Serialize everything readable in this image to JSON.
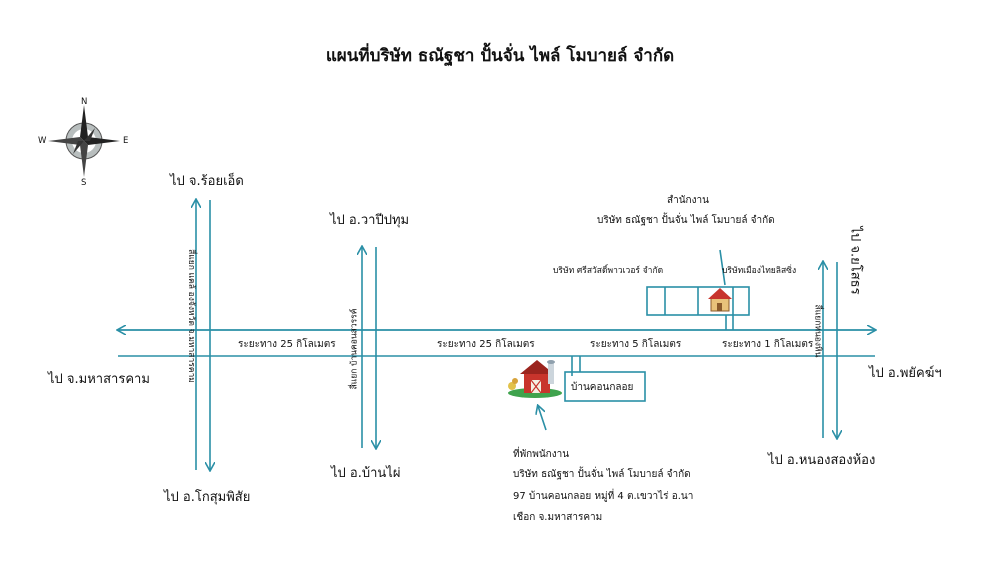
{
  "map": {
    "title": "แผนที่บริษัท ธณัฐชา ปั้นจั่น ไพล์ โมบายล์ จำกัด",
    "directions": {
      "roi_et": "ไป จ.ร้อยเอ็ด",
      "wapi_pathum": "ไป อ.วาปีปทุม",
      "yasothon": "ไป จ.ยโสธร",
      "maha_sarakham": "ไป จ.มหาสารคาม",
      "phayakkhaphum": "ไป อ.พยัคฆ์ฯ",
      "kosum_phisai": "ไป อ.โกสุมพิสัย",
      "ban_phai": "ไป อ.บ้านไผ่",
      "nong_song_hong": "ไป อ.หนองสองห้อง"
    },
    "distances": {
      "d1": "ระยะทาง 25 กิโลเมตร",
      "d2": "ระยะทาง 25 กิโลเมตร",
      "d3": "ระยะทาง 5 กิโลเมตร",
      "d4": "ระยะทาง 1 กิโลเมตร"
    },
    "intersections": {
      "first": "สี่แยก แคล้ องจังหวัด จ.มหาสารคาม",
      "second": "สี่แยก บ้านคอนสวรรค์",
      "third": "สี่แยกหนองหิน"
    },
    "office": {
      "heading": "สำนักงาน",
      "company": "บริษัท ธณัฐชา ปั้นจั่น ไพล์ โมบายล์ จำกัด"
    },
    "neighbors": {
      "left": "บริษัท ศรีสวัสดิ์พาวเวอร์ จำกัด",
      "right": "บริษัทเมืองไทยลิสซิ่ง"
    },
    "village": "บ้านคอนกลอย",
    "staff_housing": {
      "heading": "ที่พักพนักงาน",
      "company": "บริษัท ธณัฐชา ปั้นจั่น ไพล์ โมบายล์ จำกัด",
      "address1": "97 บ้านคอนกลอย  หมู่ที่ 4 ต.เขวาไร่ อ.นา",
      "address2": "เชือก  จ.มหาสารคาม"
    },
    "compass": {
      "north": "N",
      "south": "S",
      "east": "E",
      "west": "W"
    },
    "colors": {
      "road": "#2a8fa6",
      "text": "#111111",
      "barn_red": "#c8342c",
      "roof_green": "#3fa34d"
    },
    "icons": [
      "compass-rose-icon",
      "barn-icon",
      "office-house-icon"
    ]
  }
}
